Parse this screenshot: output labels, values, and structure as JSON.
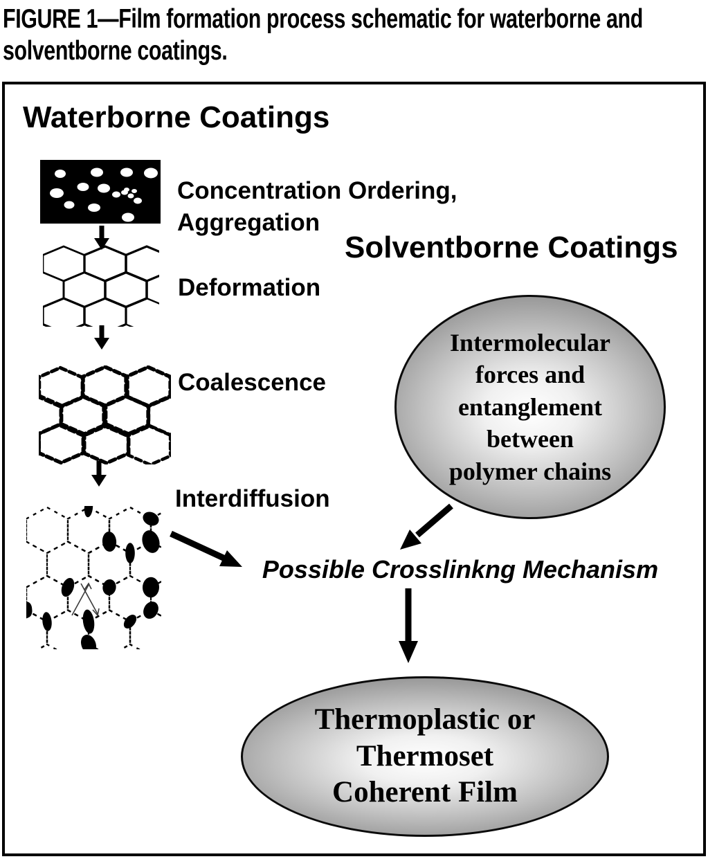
{
  "figure_caption": {
    "line1": "FIGURE 1—Film formation process schematic for waterborne and",
    "line2": "solventborne coatings."
  },
  "waterborne": {
    "heading": "Waterborne Coatings",
    "step1_line1": "Concentration Ordering,",
    "step1_line2": "Aggregation",
    "step2": "Deformation",
    "step3": "Coalescence",
    "step4": "Interdiffusion"
  },
  "solventborne": {
    "heading": "Solventborne Coatings",
    "bubble_line1": "Intermolecular",
    "bubble_line2": "forces and",
    "bubble_line3": "entanglement",
    "bubble_line4": "between",
    "bubble_line5": "polymer chains"
  },
  "crosslinking": {
    "label": "Possible Crosslinkng Mechanism"
  },
  "final_film": {
    "line1": "Thermoplastic or",
    "line2": "Thermoset",
    "line3": "Coherent Film"
  },
  "colors": {
    "ink": "#000000",
    "paper": "#ffffff",
    "bubble_edge_gray": "#999999",
    "bubble_center": "#ffffff"
  }
}
